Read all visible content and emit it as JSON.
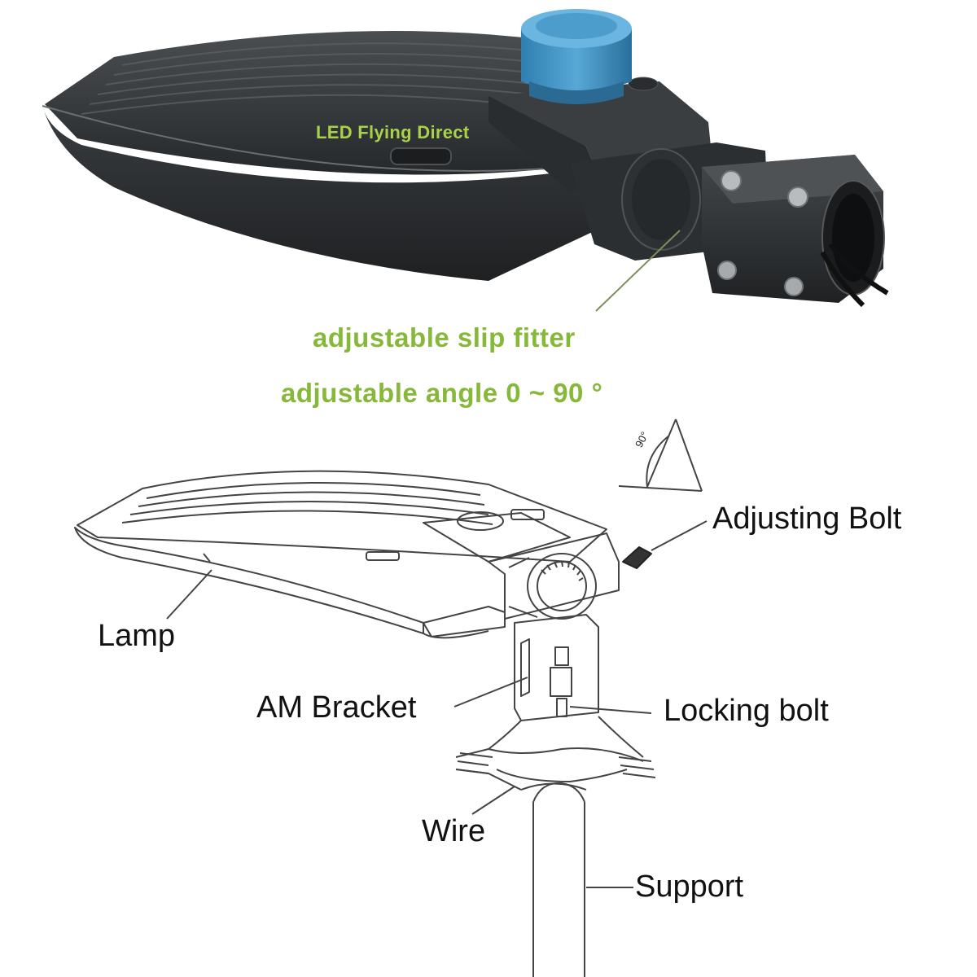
{
  "photo": {
    "brand_text": "LED Flying Direct",
    "caption_line1": "adjustable slip fitter",
    "caption_line2": "adjustable angle 0 ~ 90 °",
    "colors": {
      "housing": "#2f3234",
      "photocell": "#3d8fc0",
      "caption": "#86b83a",
      "brand": "#a8d24a"
    }
  },
  "drawing": {
    "angle_mark": "90°",
    "labels": {
      "adjusting_bolt": "Adjusting Bolt",
      "lamp": "Lamp",
      "am_bracket": "AM Bracket",
      "locking_bolt": "Locking bolt",
      "wire": "Wire",
      "support": "Support"
    },
    "colors": {
      "line": "#444444",
      "text": "#111111"
    }
  }
}
